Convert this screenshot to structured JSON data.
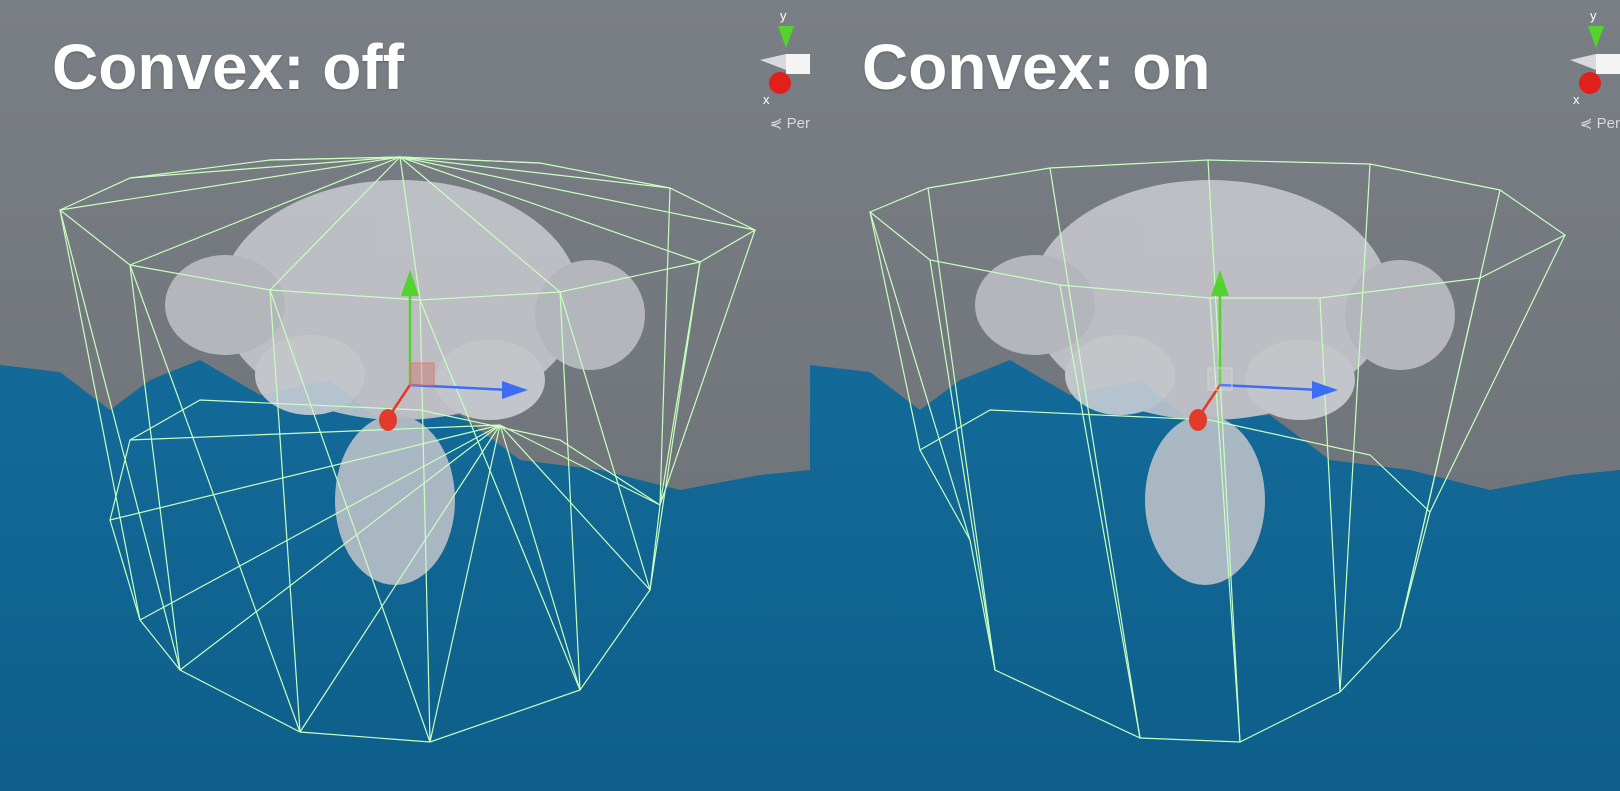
{
  "panels": [
    {
      "title": "Convex: off",
      "gizmo": {
        "axis_y": "y",
        "axis_x": "x",
        "projection_label": "Per"
      }
    },
    {
      "title": "Convex: on",
      "gizmo": {
        "axis_y": "y",
        "axis_x": "x",
        "projection_label": "Per"
      }
    }
  ],
  "colors": {
    "wireframe": "#c8ffc0",
    "background": "#6b7075",
    "water": "#0f6e9c",
    "axis_x": "#e23b2b",
    "axis_y": "#52d32d",
    "axis_z": "#3d6cf5"
  },
  "icons": [
    "mesh-collider-wireframe",
    "move-handle-gizmo",
    "scene-orientation-gizmo",
    "monkey-mesh"
  ]
}
